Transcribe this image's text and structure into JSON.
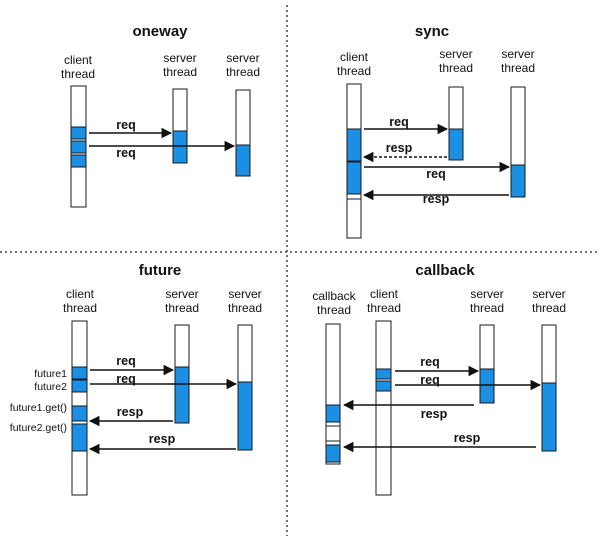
{
  "colors": {
    "active": "#1a8fe3",
    "bar_border": "#1a1a1a",
    "arrow": "#111111",
    "divider": "#444444"
  },
  "panels": {
    "oneway": {
      "title": "oneway",
      "client_label": [
        "client",
        "thread"
      ],
      "server1_label": [
        "server",
        "thread"
      ],
      "server2_label": [
        "server",
        "thread"
      ],
      "messages": [
        "req",
        "req"
      ]
    },
    "sync": {
      "title": "sync",
      "client_label": [
        "client",
        "thread"
      ],
      "server1_label": [
        "server",
        "thread"
      ],
      "server2_label": [
        "server",
        "thread"
      ],
      "messages": [
        "req",
        "resp",
        "req",
        "resp"
      ]
    },
    "future": {
      "title": "future",
      "client_label": [
        "client",
        "thread"
      ],
      "server1_label": [
        "server",
        "thread"
      ],
      "server2_label": [
        "server",
        "thread"
      ],
      "side_labels": [
        "future1",
        "future2",
        "future1.get()",
        "future2.get()"
      ],
      "messages": [
        "req",
        "req",
        "resp",
        "resp"
      ]
    },
    "callback": {
      "title": "callback",
      "callback_label": [
        "callback",
        "thread"
      ],
      "client_label": [
        "client",
        "thread"
      ],
      "server1_label": [
        "server",
        "thread"
      ],
      "server2_label": [
        "server",
        "thread"
      ],
      "messages": [
        "req",
        "req",
        "resp",
        "resp"
      ]
    }
  }
}
